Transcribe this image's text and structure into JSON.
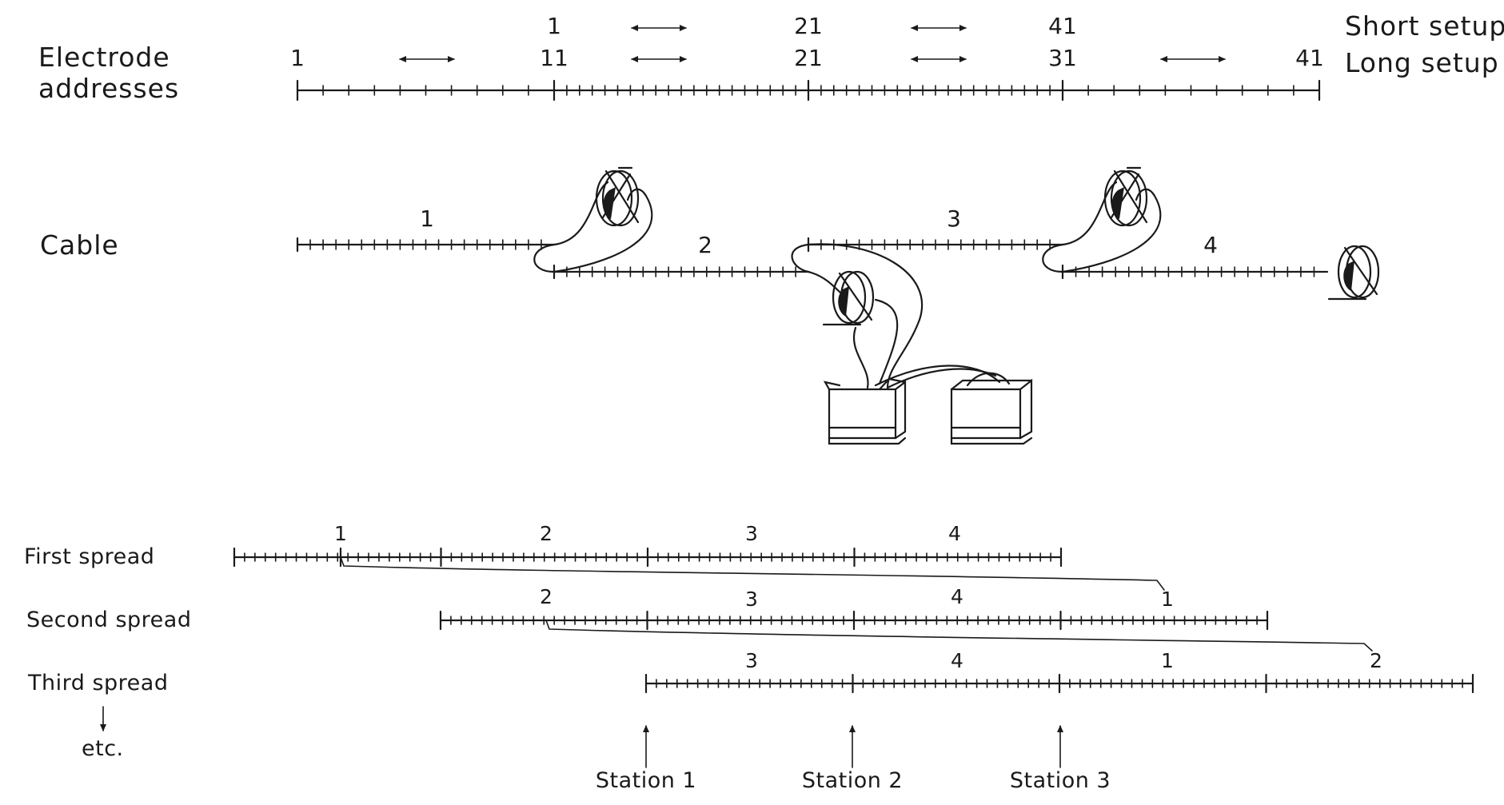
{
  "labels": {
    "electrode_addresses_line1": "Electrode",
    "electrode_addresses_line2": "addresses",
    "short_setup": "Short setup",
    "long_setup": "Long setup",
    "cable": "Cable",
    "first_spread": "First spread",
    "second_spread": "Second spread",
    "third_spread": "Third spread",
    "etc": "etc."
  },
  "short_setup_addresses": [
    "1",
    "21",
    "41"
  ],
  "long_setup_addresses": [
    "1",
    "11",
    "21",
    "31",
    "41"
  ],
  "cable_numbers": [
    "1",
    "2",
    "3",
    "4"
  ],
  "spreads": [
    {
      "name": "first",
      "segments": [
        "1",
        "2",
        "3",
        "4"
      ],
      "moved": "1"
    },
    {
      "name": "second",
      "segments": [
        "2",
        "3",
        "4",
        "1"
      ],
      "moved": "2"
    },
    {
      "name": "third",
      "segments": [
        "3",
        "4",
        "1",
        "2"
      ]
    }
  ],
  "stations": [
    "Station 1",
    "Station 2",
    "Station 3"
  ]
}
